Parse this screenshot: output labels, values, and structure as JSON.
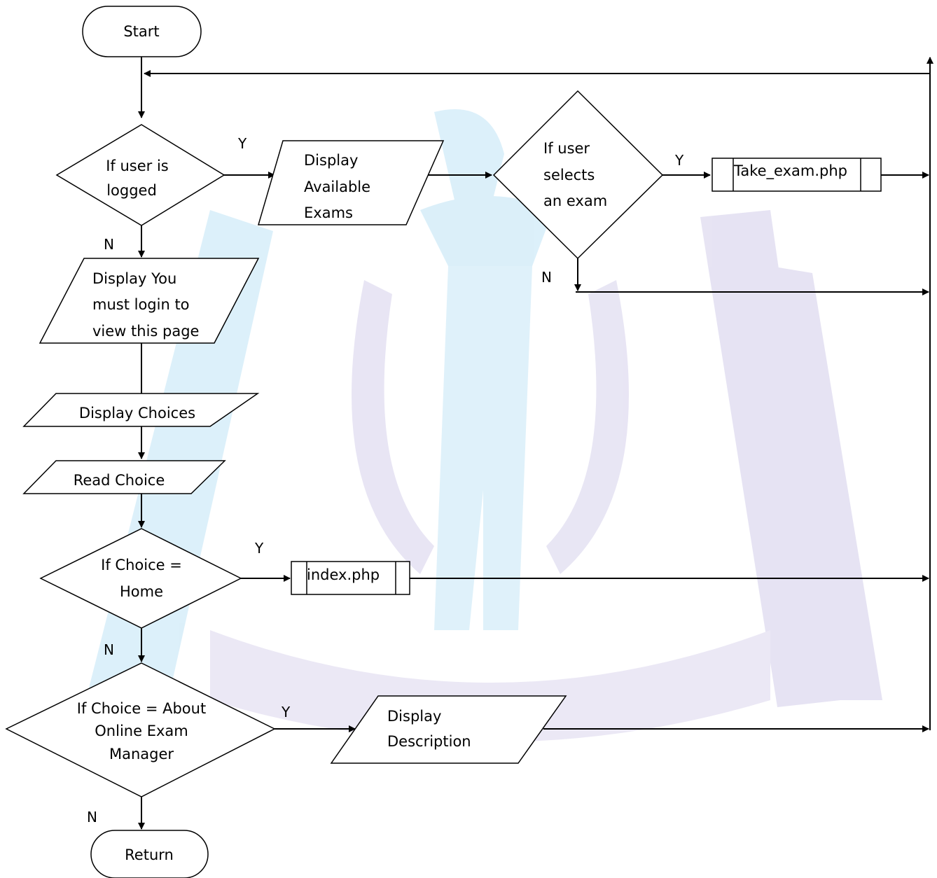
{
  "nodes": {
    "start": "Start",
    "logged_q": [
      "If user is",
      "logged"
    ],
    "display_exams": [
      "Display",
      "Available",
      "Exams"
    ],
    "select_exam_q": [
      "If user",
      "selects",
      "an exam"
    ],
    "take_exam": "Take_exam.php",
    "must_login": [
      "Display You",
      "must login to",
      "view this page"
    ],
    "display_choices": "Display Choices",
    "read_choice": "Read Choice",
    "home_q": [
      "If Choice =",
      "Home"
    ],
    "index": "index.php",
    "about_q": [
      "If Choice = About",
      "Online Exam",
      "Manager"
    ],
    "display_description": [
      "Display",
      "Description"
    ],
    "return": "Return"
  },
  "labels": {
    "yes": "Y",
    "no": "N"
  },
  "watermark": {
    "colors": [
      "#d9f1fb",
      "#e6e3f3"
    ]
  }
}
